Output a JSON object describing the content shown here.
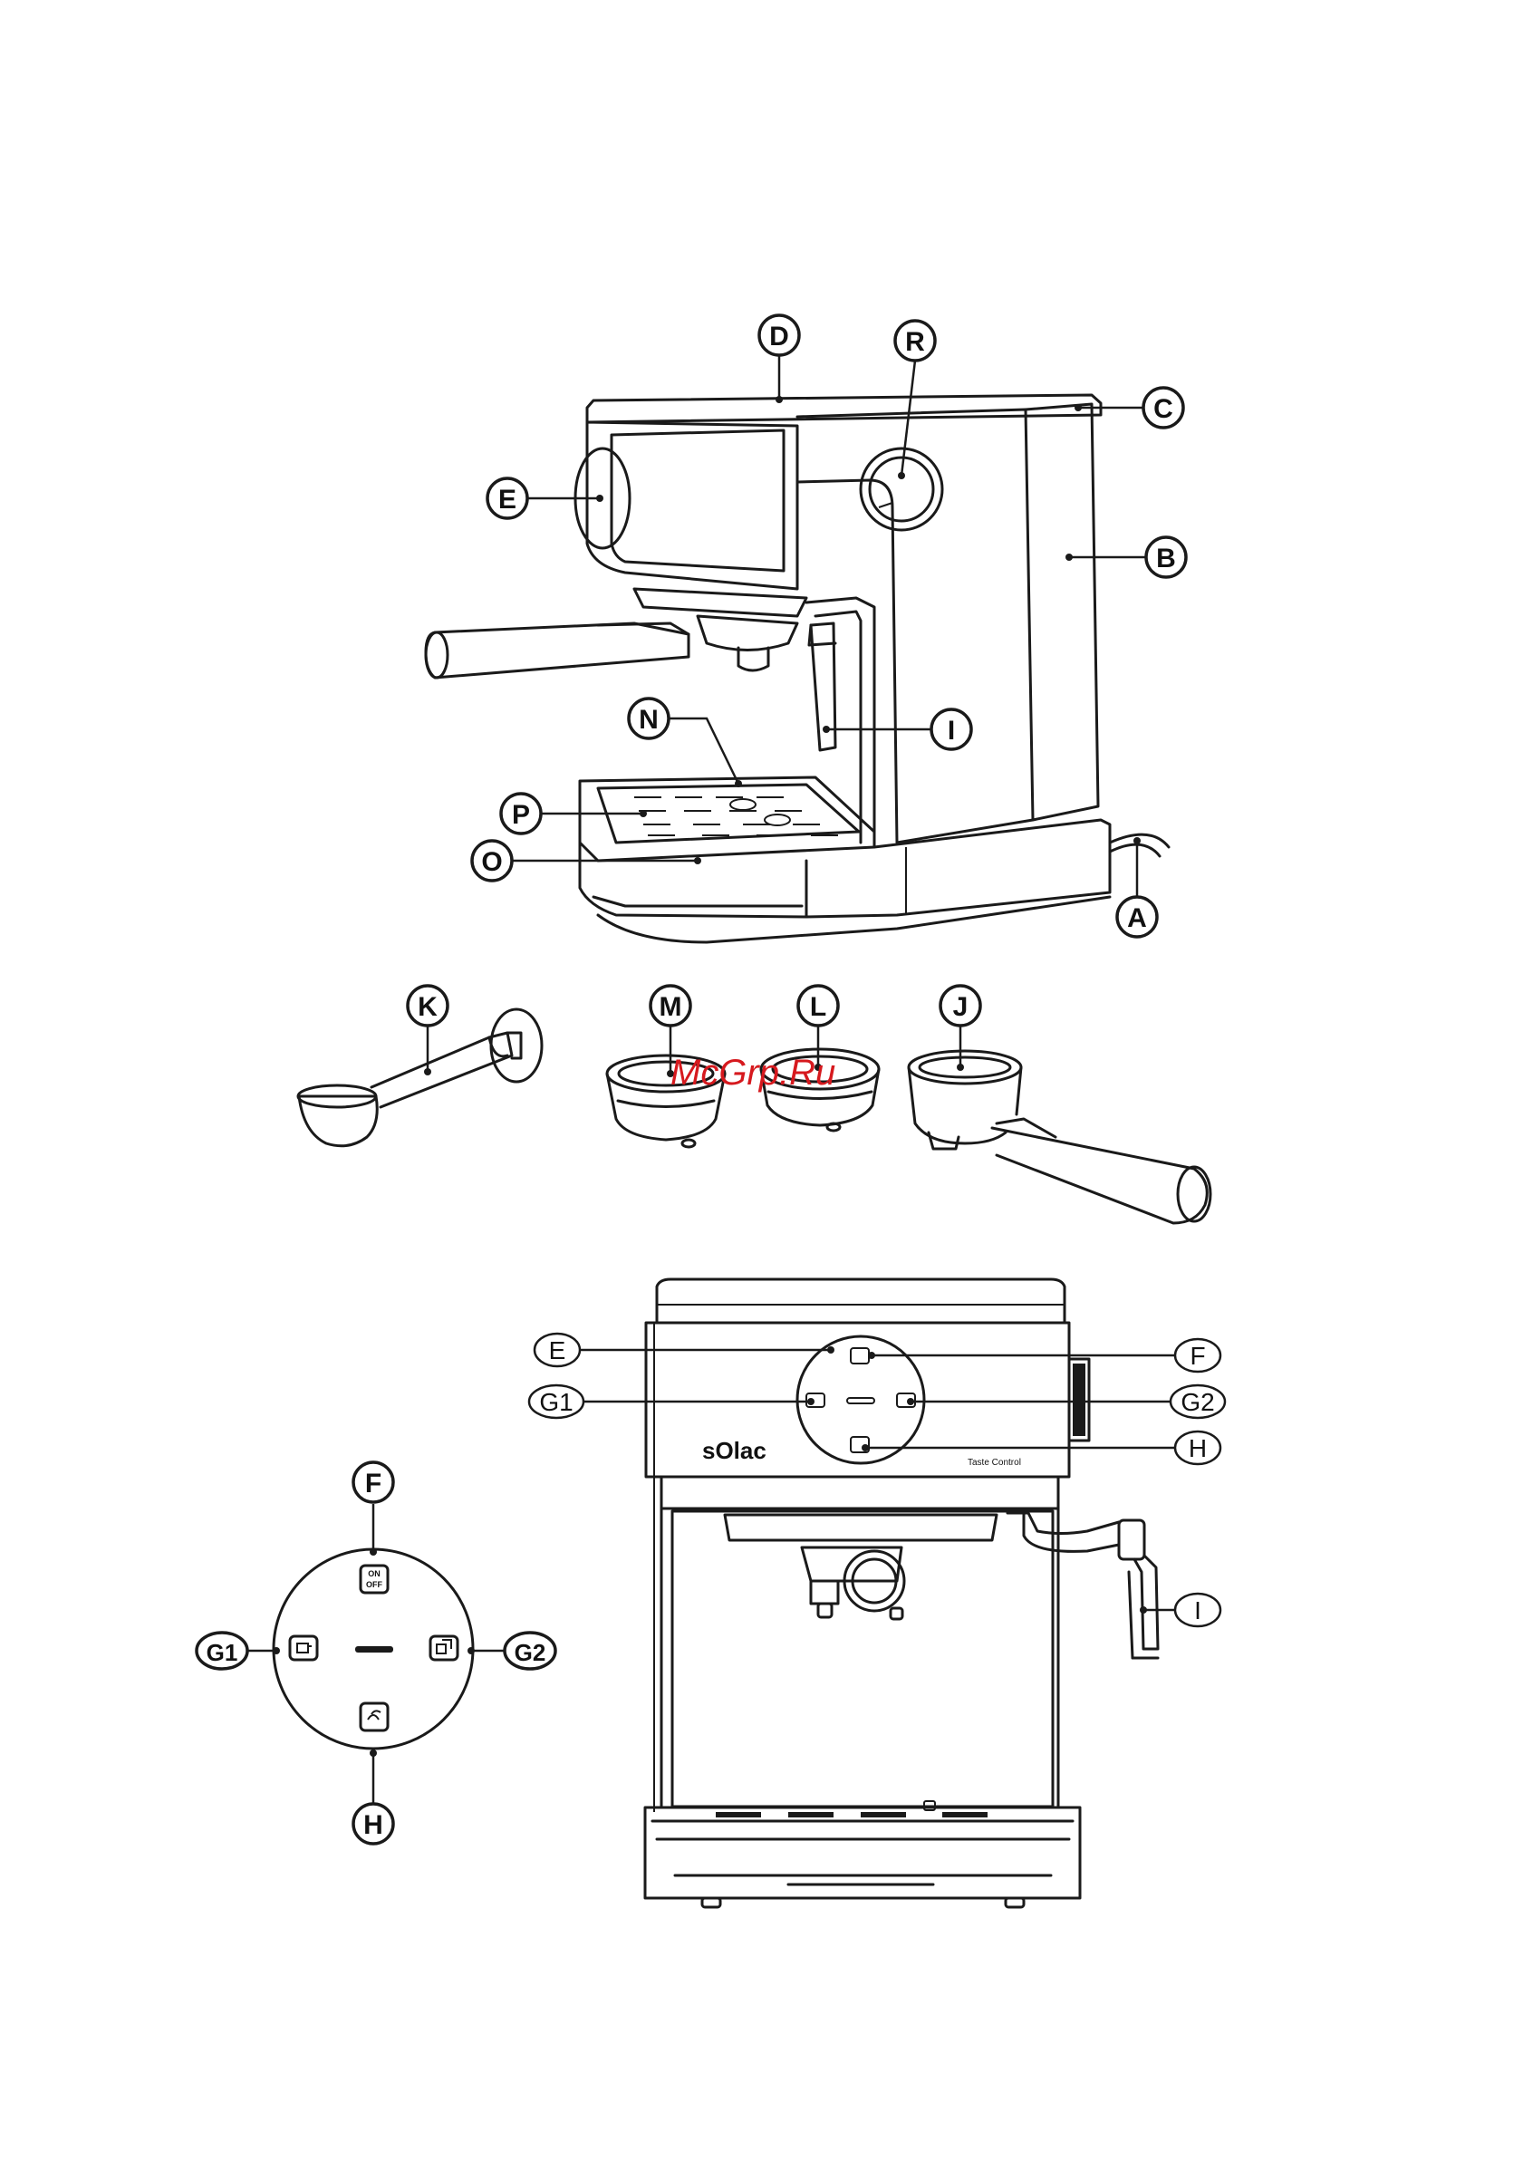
{
  "labels": {
    "A": "A",
    "B": "B",
    "C": "C",
    "D": "D",
    "E": "E",
    "F": "F",
    "G1": "G1",
    "G2": "G2",
    "H": "H",
    "I": "I",
    "J": "J",
    "K": "K",
    "L": "L",
    "M": "M",
    "N": "N",
    "O": "O",
    "P": "P",
    "R": "R"
  },
  "front_brand": "sOlac",
  "front_panel_text": "Taste Control",
  "panel_buttons": {
    "on_line1": "ON",
    "on_line2": "OFF"
  },
  "watermark": "McGrp.Ru",
  "colors": {
    "line": "#1a1a1a",
    "watermark": "#d6191e"
  }
}
